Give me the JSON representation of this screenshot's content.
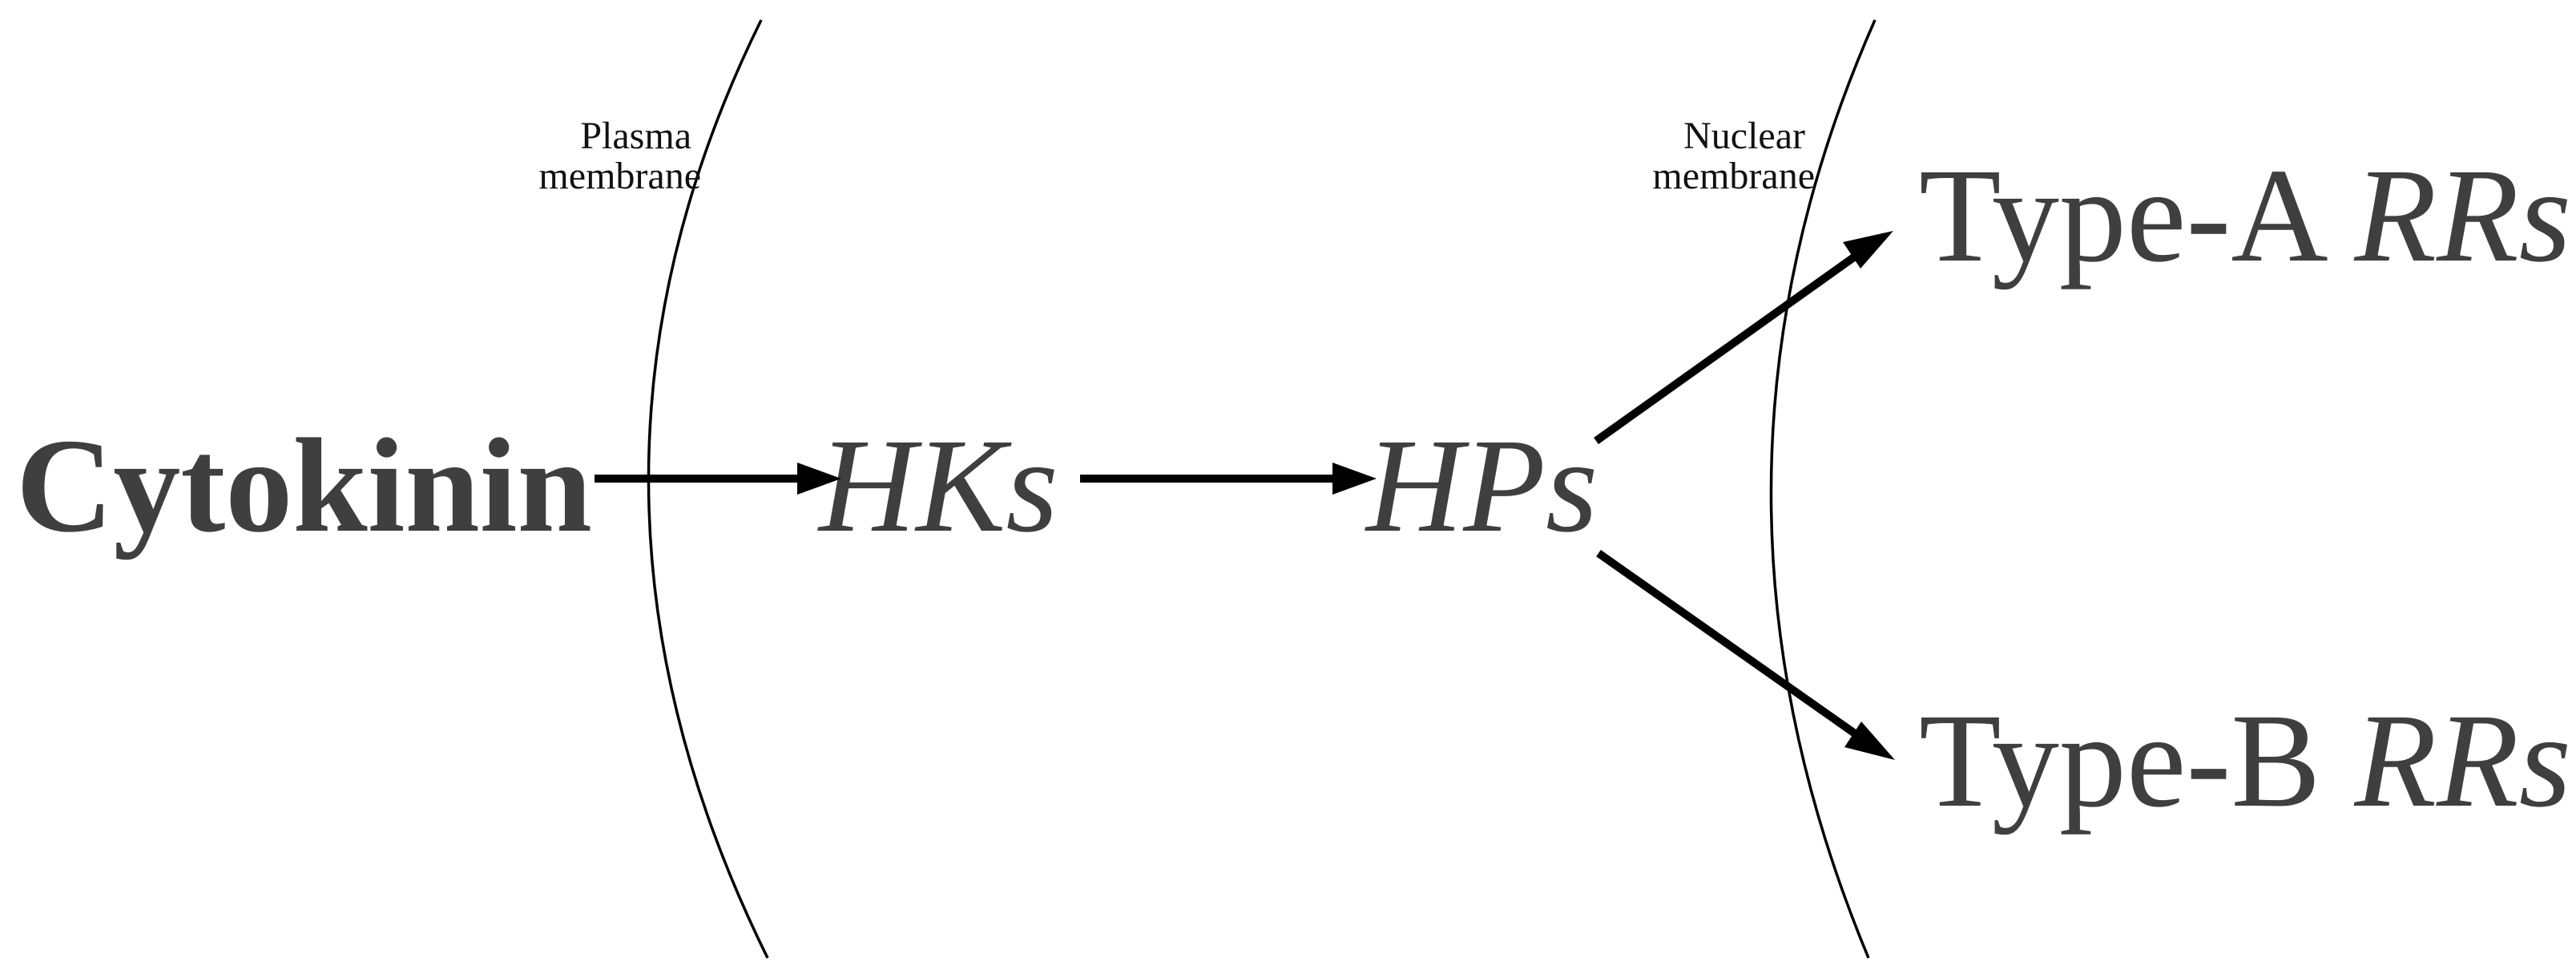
{
  "membranes": {
    "plasma": {
      "line1": "Plasma",
      "line2": "membrane"
    },
    "nuclear": {
      "line1": "Nuclear",
      "line2": "membrane"
    }
  },
  "nodes": {
    "cytokinin": "Cytokinin",
    "hks": "HKs",
    "hps": "HPs",
    "type_a": {
      "prefix": "Type-A ",
      "suffix": "RRs"
    },
    "type_b": {
      "prefix": "Type-B ",
      "suffix": "RRs"
    }
  },
  "edges": [
    {
      "from": "Cytokinin",
      "to": "HKs"
    },
    {
      "from": "HKs",
      "to": "HPs"
    },
    {
      "from": "HPs",
      "to": "Type-A RRs"
    },
    {
      "from": "HPs",
      "to": "Type-B RRs"
    }
  ],
  "colors": {
    "node_text": "#3f3f3f",
    "arrows": "#000000",
    "membrane_lines": "#000000"
  }
}
